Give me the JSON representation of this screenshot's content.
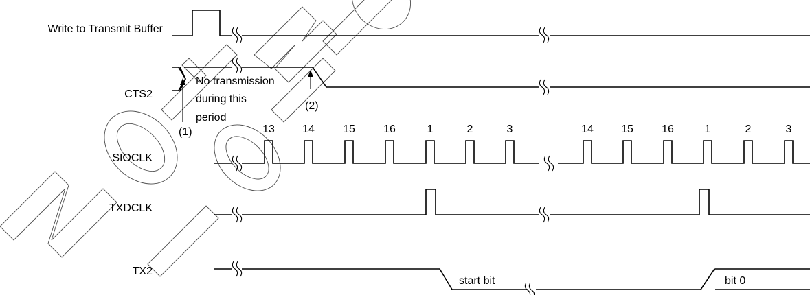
{
  "watermark": "Not for New",
  "signals": {
    "write_buffer": "Write to Transmit Buffer",
    "cts": "CTS2",
    "sioclk": "SIOCLK",
    "txdclk": "TXDCLK",
    "tx": "TX2"
  },
  "annotations": {
    "no_tx_line1": "No transmission",
    "no_tx_line2": "during this",
    "no_tx_line3": "period",
    "marker1": "(1)",
    "marker2": "(2)",
    "start_bit": "start bit",
    "bit0": "bit 0"
  },
  "clock_counts": [
    "13",
    "14",
    "15",
    "16",
    "1",
    "2",
    "3",
    "14",
    "15",
    "16",
    "1",
    "2",
    "3"
  ]
}
